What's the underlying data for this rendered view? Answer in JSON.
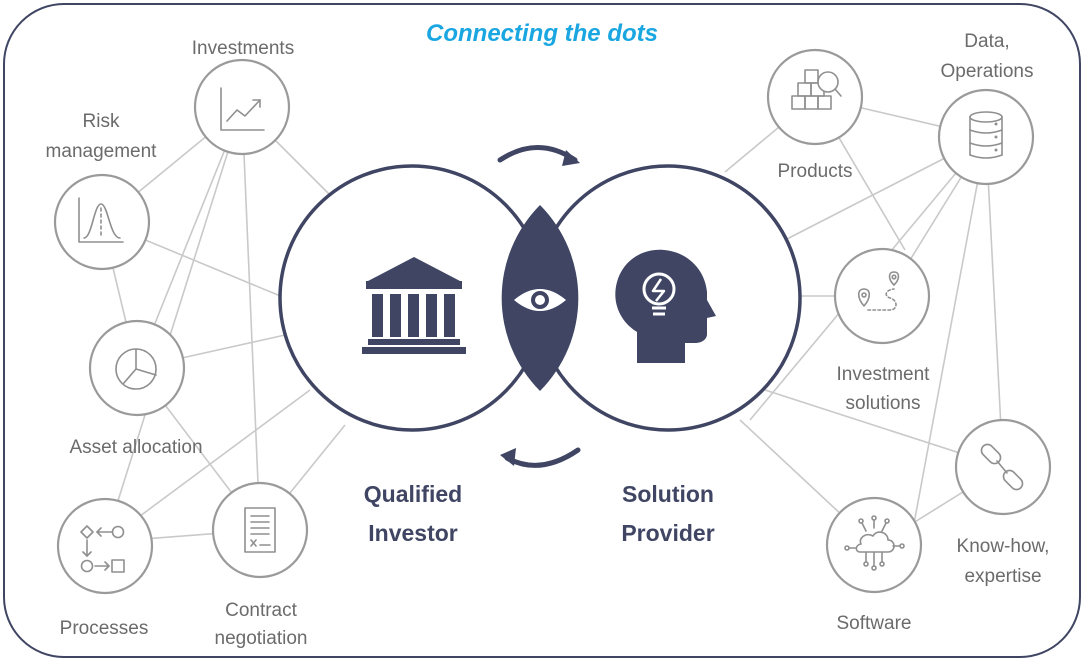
{
  "title": "Connecting the dots",
  "center": {
    "left_label_line1": "Qualified",
    "left_label_line2": "Investor",
    "right_label_line1": "Solution",
    "right_label_line2": "Provider"
  },
  "nodes": {
    "investments": {
      "label": "Investments",
      "icon": "line-chart-icon"
    },
    "risk_management": {
      "line1": "Risk",
      "line2": "management",
      "icon": "bell-curve-icon"
    },
    "asset_allocation": {
      "label": "Asset allocation",
      "icon": "pie-chart-icon"
    },
    "processes": {
      "label": "Processes",
      "icon": "process-flow-icon"
    },
    "contract_negotiation": {
      "line1": "Contract",
      "line2": "negotiation",
      "icon": "document-icon"
    },
    "products": {
      "label": "Products",
      "icon": "boxes-magnifier-icon"
    },
    "data_operations": {
      "line1": "Data,",
      "line2": "Operations",
      "icon": "database-icon"
    },
    "investment_solutions": {
      "line1": "Investment",
      "line2": "solutions",
      "icon": "map-route-icon"
    },
    "know_how": {
      "line1": "Know-how,",
      "line2": "expertise",
      "icon": "chain-link-icon"
    },
    "software": {
      "label": "Software",
      "icon": "cloud-network-icon"
    }
  },
  "colors": {
    "title": "#1aa6e0",
    "dark": "#3f4563",
    "node_stroke": "#9a9a9a",
    "link": "#c9c9c9",
    "label": "#6b6b6b"
  }
}
